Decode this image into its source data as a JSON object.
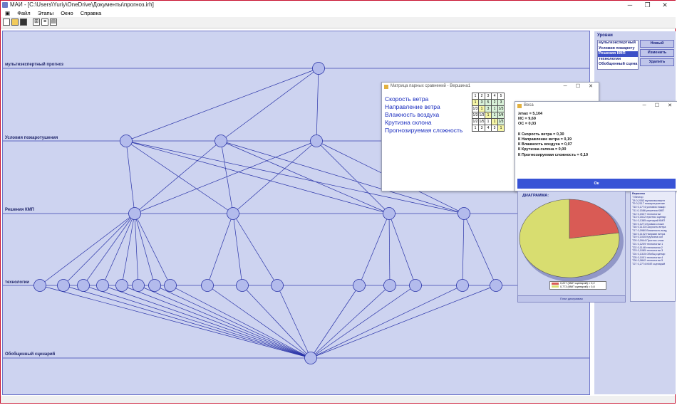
{
  "window": {
    "title": "МАИ - [C:\\Users\\Yuriy\\OneDrive\\Документы\\прогноз.irh]"
  },
  "menu": [
    "Файл",
    "Этапы",
    "Окно",
    "Справка"
  ],
  "levels": [
    {
      "label": "мультиэкспертный прогноз"
    },
    {
      "label": "Условия пожаротушения"
    },
    {
      "label": "Решения КМП"
    },
    {
      "label": "технологии"
    },
    {
      "label": "Обобщенный сценарий"
    }
  ],
  "right_panel": {
    "title": "Уровни",
    "items": [
      "мультиэкспертный",
      "Условия пожароту",
      "Решения КМП",
      "технологии",
      "Обобщенный сцена"
    ],
    "selected_index": 2,
    "buttons": {
      "new": "Новый",
      "edit": "Изменить",
      "delete": "Удалить"
    }
  },
  "pairwise_window": {
    "title": "Матрица парных сравнений - Вершина1",
    "criteria": [
      "Скорость ветра",
      "Направление ветра",
      "Влажность воздуха",
      "Крутизна склона",
      "Прогнозируемая сложность"
    ],
    "grid_header": [
      "1",
      "2",
      "3",
      "4",
      "5"
    ],
    "grid": [
      [
        "1",
        "3",
        "5",
        "2",
        "3"
      ],
      [
        "1/3",
        "1",
        "3",
        "1",
        "1/3"
      ],
      [
        "1/3",
        "1/3",
        "1",
        "1",
        "1/4"
      ],
      [
        "1/2",
        "1/5",
        "1",
        "1",
        "1/3"
      ],
      [
        "1",
        "3",
        "4",
        "3",
        "1"
      ]
    ]
  },
  "weights_window": {
    "title": "Веса",
    "lines": [
      "λmax = 5,104",
      "ИС = 9,69",
      "ОС = 0,03",
      "",
      "К Скорость ветра = 0,30",
      "К Направление ветра = 0,19",
      "К Влажность воздуха = 0,07",
      "К Крутизна склона = 0,00",
      "К Прогнозируемая сложность = 0,10"
    ],
    "ok": "Ок"
  },
  "diagram": {
    "title": "ДИАГРАММА:",
    "legend": [
      "0,227 (КМП сценарий) = 0,2",
      "0,773 (КМП сценарий) = 0,8"
    ],
    "button": "План диаграммы",
    "colors": {
      "slice_small": "#d95b55",
      "slice_large": "#d8dd70"
    }
  },
  "values_list": {
    "header": "Вершины",
    "col_headers": [
      "Т",
      "Вектор"
    ],
    "rows": [
      [
        "Т8",
        "0,2053",
        "мультиэкспертн"
      ],
      [
        "Т9",
        "0,2117",
        "пожаротушение"
      ],
      [
        "Т10",
        "0,1774",
        "условия пожар"
      ],
      [
        "Т11",
        "0,1586",
        "решения КМП"
      ],
      [
        "Т12",
        "0,1527",
        "технологии"
      ],
      [
        "Т13",
        "0,1612",
        "прогноз сценар"
      ],
      [
        "Т14",
        "0,1385",
        "сценарий КМП"
      ],
      [
        "Т15",
        "0,1271",
        "Кривая сложн"
      ],
      [
        "Т16",
        "0,1133",
        "Скорость ветра"
      ],
      [
        "Т17",
        "0,0980",
        "Влажность возд"
      ],
      [
        "Т18",
        "0,1102",
        "Направл ветра"
      ],
      [
        "Т19",
        "0,1035",
        "Крутизна скл"
      ],
      [
        "Т20",
        "0,0944",
        "Прогноз слож"
      ],
      [
        "Т21",
        "0,1209",
        "технологии 1"
      ],
      [
        "Т22",
        "0,1148",
        "технологии 2"
      ],
      [
        "Т23",
        "0,1085",
        "технологии 3"
      ],
      [
        "Т24",
        "0,1315",
        "Обобщ сценар"
      ],
      [
        "Т25",
        "0,1001",
        "технологии 4"
      ],
      [
        "Т26",
        "0,0842",
        "технологии 5"
      ],
      [
        "Т27",
        "0,2774",
        "КМП сценарий"
      ]
    ]
  }
}
